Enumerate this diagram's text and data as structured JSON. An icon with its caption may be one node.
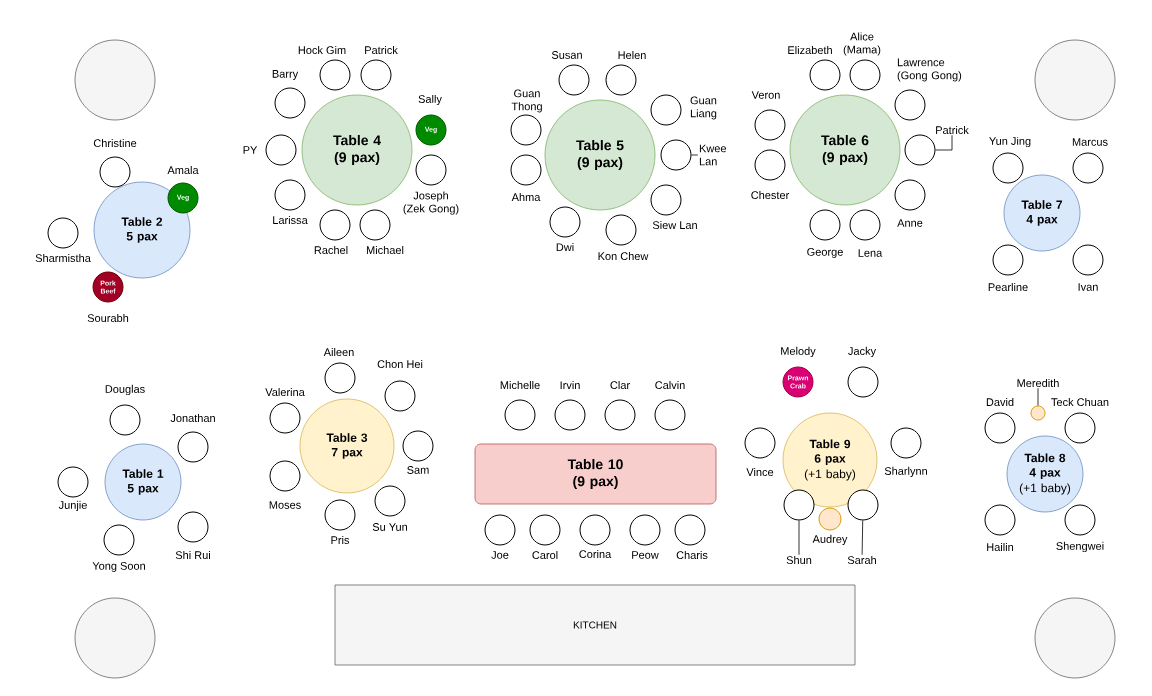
{
  "diagram": {
    "nodes": [
      {
        "text": [],
        "shape": "circle"
      },
      {
        "text": [
          "Table 2 5 pax"
        ]
      },
      {
        "text": [
          "Christine"
        ]
      },
      {
        "text": [
          "Amala",
          "Veg"
        ]
      },
      {
        "text": [
          "Sharmistha"
        ]
      },
      {
        "text": [
          "Pork Beef",
          "Sourabh"
        ]
      },
      {
        "text": [
          "Table 4 (9 pax)"
        ]
      },
      {
        "text": [
          "Barry"
        ]
      },
      {
        "text": [
          "Hock Gim"
        ]
      },
      {
        "text": [
          "Patrick"
        ]
      },
      {
        "text": [
          "PY"
        ]
      },
      {
        "text": [
          "Sally",
          "Veg"
        ]
      },
      {
        "text": [
          "Joseph (Zek Gong)"
        ]
      },
      {
        "text": [
          "Larissa"
        ]
      },
      {
        "text": [
          "Rachel"
        ]
      },
      {
        "text": [
          "Michael"
        ]
      },
      {
        "text": [
          "Table 5 (9 pax)"
        ]
      },
      {
        "text": [
          "Susan"
        ]
      },
      {
        "text": [
          "Helen"
        ]
      },
      {
        "text": [
          "Guan Thong"
        ]
      },
      {
        "text": [
          "Guan Liang"
        ]
      },
      {
        "text": [
          "Ahma"
        ]
      },
      {
        "text": [],
        "shape": "circle"
      },
      {
        "text": [
          "Kwee Lan"
        ]
      },
      {
        "text": [
          "Siew Lan"
        ]
      },
      {
        "text": [
          "Dwi"
        ]
      },
      {
        "text": [
          "Kon Chew"
        ]
      },
      {
        "text": [
          "Table 6 (9 pax)"
        ]
      },
      {
        "text": [
          "Elizabeth"
        ]
      },
      {
        "text": [
          "Alice (Mama)"
        ]
      },
      {
        "text": [
          "Lawrence (Gong Gong)"
        ]
      },
      {
        "text": [
          "Veron"
        ]
      },
      {
        "text": [
          "Chester"
        ]
      },
      {
        "text": [
          "Patrick"
        ]
      },
      {
        "text": [],
        "shape": "circle"
      },
      {
        "text": [
          "Anne"
        ]
      },
      {
        "text": [
          "George"
        ]
      },
      {
        "text": [
          "Lena"
        ]
      },
      {
        "text": [],
        "shape": "circle"
      },
      {
        "text": [
          "Table 7 4 pax"
        ]
      },
      {
        "text": [
          "Yun Jing"
        ]
      },
      {
        "text": [
          "Marcus"
        ]
      },
      {
        "text": [
          "Pearline"
        ]
      },
      {
        "text": [
          "Ivan"
        ]
      },
      {
        "text": [
          "Table 1 5 pax"
        ]
      },
      {
        "text": [
          "Douglas"
        ]
      },
      {
        "text": [
          "Jonathan"
        ]
      },
      {
        "text": [
          "Junjie"
        ]
      },
      {
        "text": [
          "Yong Soon"
        ]
      },
      {
        "text": [
          "Shi Rui"
        ]
      },
      {
        "text": [
          "Table 3 7 pax"
        ]
      },
      {
        "text": [
          "Aileen"
        ]
      },
      {
        "text": [
          "Valerina"
        ]
      },
      {
        "text": [
          "Chon Hei"
        ]
      },
      {
        "text": [
          "Sam"
        ]
      },
      {
        "text": [
          "Moses"
        ]
      },
      {
        "text": [
          "Pris"
        ]
      },
      {
        "text": [
          "Su Yun"
        ]
      },
      {
        "text": [
          "Table 10 (9 pax)"
        ]
      },
      {
        "text": [
          "Michelle"
        ]
      },
      {
        "text": [
          "Irvin"
        ]
      },
      {
        "text": [
          "Clar"
        ]
      },
      {
        "text": [
          "Calvin"
        ]
      },
      {
        "text": [
          "Joe"
        ]
      },
      {
        "text": [
          "Carol"
        ]
      },
      {
        "text": [
          "Corina"
        ]
      },
      {
        "text": [
          "Peow"
        ]
      },
      {
        "text": [
          "Charis"
        ]
      },
      {
        "text": [
          "Table 9 6 pax",
          "(+1 baby)"
        ]
      },
      {
        "text": [
          "Melody",
          "Prawn Crab"
        ]
      },
      {
        "text": [
          "Jacky"
        ]
      },
      {
        "text": [
          "Vince"
        ]
      },
      {
        "text": [
          "Sharlynn"
        ]
      },
      {
        "text": [],
        "shape": "circle"
      },
      {
        "text": [
          "Audrey"
        ]
      },
      {
        "text": [],
        "shape": "circle"
      },
      {
        "text": [
          "Shun"
        ]
      },
      {
        "text": [
          "Sarah"
        ]
      },
      {
        "text": [
          "Table 8 4 pax",
          "(+1 baby)"
        ]
      },
      {
        "text": [
          "David"
        ]
      },
      {
        "text": [
          "Meredith"
        ]
      },
      {
        "text": [],
        "shape": "circle"
      },
      {
        "text": [
          "Teck Chuan"
        ]
      },
      {
        "text": [
          "Hailin"
        ]
      },
      {
        "text": [
          "Shengwei"
        ]
      },
      {
        "text": [],
        "shape": "circle"
      },
      {
        "text": [
          "KITCHEN"
        ]
      },
      {
        "text": [],
        "shape": "circle"
      }
    ],
    "edges": [
      {
        "from": 23,
        "to": 22,
        "arrow": "none"
      },
      {
        "from": 33,
        "to": 34,
        "arrow": "none"
      },
      {
        "from": 76,
        "to": 73,
        "arrow": "none"
      },
      {
        "from": 77,
        "to": 75,
        "arrow": "none"
      },
      {
        "from": 80,
        "to": 81,
        "arrow": "none"
      }
    ]
  }
}
